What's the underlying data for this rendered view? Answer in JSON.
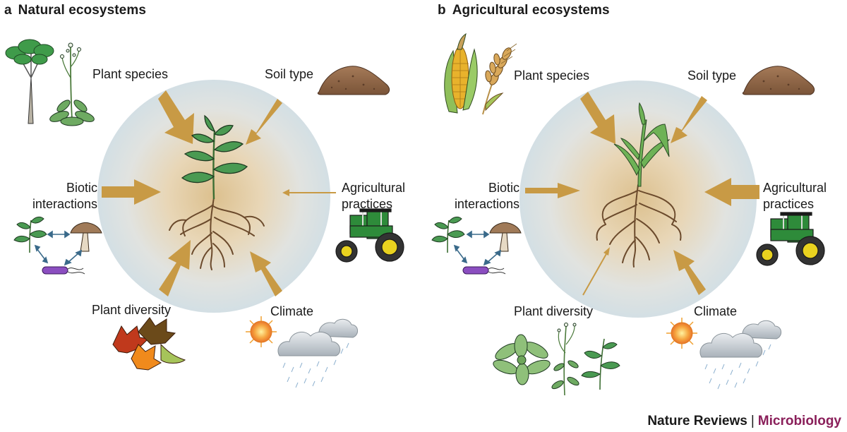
{
  "credit": {
    "publisher": "Nature Reviews",
    "separator": "|",
    "journal": "Microbiology"
  },
  "colors": {
    "arrow": "#c89a45",
    "plant_leaf": "#4a9a52",
    "root": "#6b4a2c",
    "journal": "#8a1f5a",
    "tractor": "#2e8b3a"
  },
  "panels": [
    {
      "letter": "a",
      "title": "Natural ecosystems",
      "labels": {
        "plant_species": "Plant species",
        "soil_type": "Soil type",
        "biotic_1": "Biotic",
        "biotic_2": "interactions",
        "agri_1": "Agricultural",
        "agri_2": "practices",
        "plant_diversity": "Plant diversity",
        "climate": "Climate"
      },
      "icons": [
        "tree-icon",
        "weed-plant-icon",
        "soil-pile-icon",
        "tractor-icon",
        "sun-icon",
        "rain-cloud-icon",
        "autumn-leaves-icon",
        "mushroom-icon",
        "bacterium-icon",
        "seedling-icon"
      ]
    },
    {
      "letter": "b",
      "title": "Agricultural ecosystems",
      "labels": {
        "plant_species": "Plant species",
        "soil_type": "Soil type",
        "biotic_1": "Biotic",
        "biotic_2": "interactions",
        "agri_1": "Agricultural",
        "agri_2": "practices",
        "plant_diversity": "Plant diversity",
        "climate": "Climate"
      },
      "icons": [
        "corn-icon",
        "wheat-icon",
        "soil-pile-icon",
        "tractor-icon",
        "sun-icon",
        "rain-cloud-icon",
        "rosette-plant-icon",
        "weed-plant-icon",
        "mushroom-icon",
        "bacterium-icon",
        "seedling-icon"
      ]
    }
  ]
}
